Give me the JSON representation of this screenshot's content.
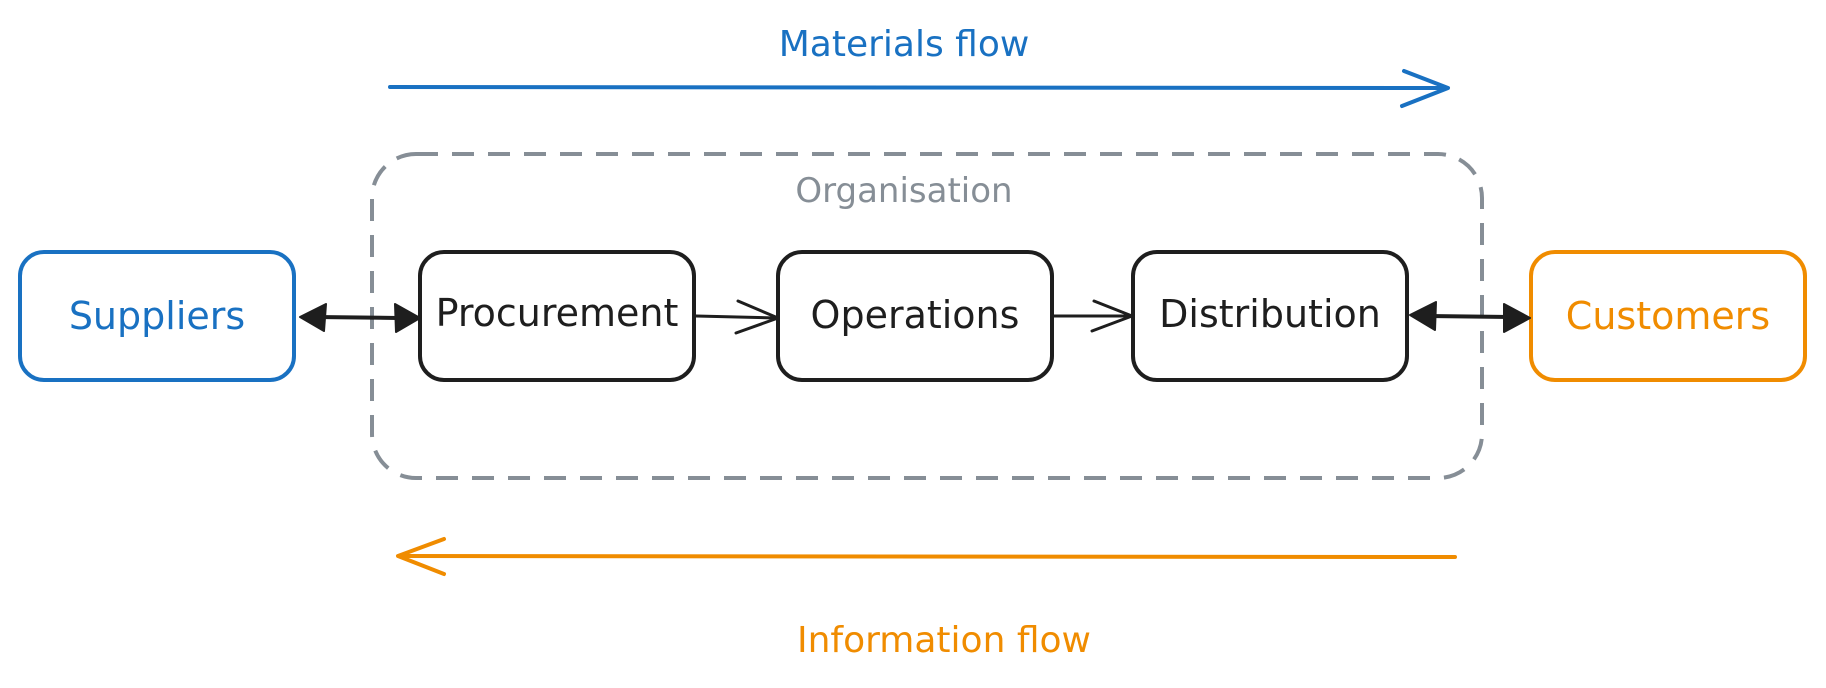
{
  "colors": {
    "blue": "#1971c2",
    "orange": "#f08c00",
    "gray": "#868e96",
    "dark": "#1e1e1e"
  },
  "labels": {
    "materials_flow": "Materials flow",
    "information_flow": "Information flow",
    "organisation": "Organisation"
  },
  "nodes": {
    "suppliers": "Suppliers",
    "procurement": "Procurement",
    "operations": "Operations",
    "distribution": "Distribution",
    "customers": "Customers"
  }
}
